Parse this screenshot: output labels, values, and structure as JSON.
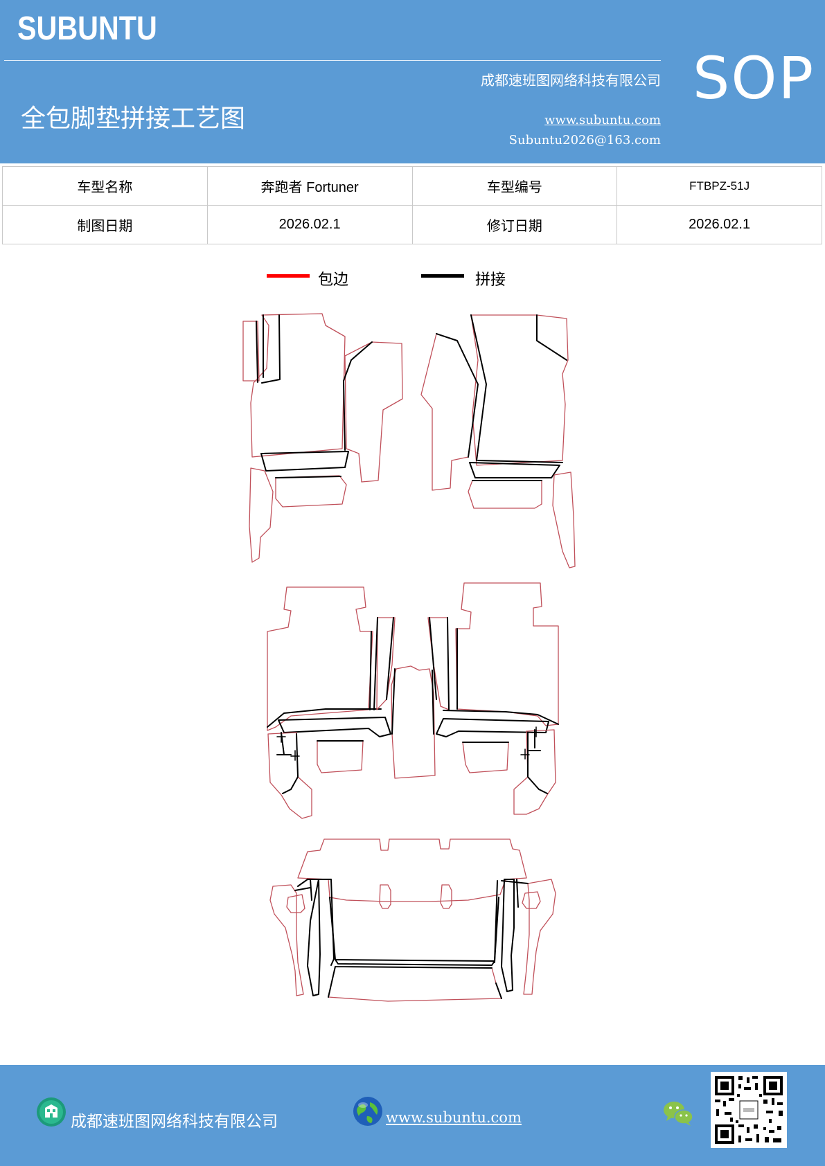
{
  "header": {
    "logo": "SUBUNTU",
    "company": "成都速班图网络科技有限公司",
    "title": "全包脚垫拼接工艺图",
    "website": "www.subuntu.com",
    "email": "Subuntu2026@163.com",
    "badge": "SOP"
  },
  "info_table": {
    "rows": [
      {
        "label1": "车型名称",
        "value1": "奔跑者 Fortuner",
        "label2": "车型编号",
        "value2": "FTBPZ-51J"
      },
      {
        "label1": "制图日期",
        "value1": "2026.02.1",
        "label2": "修订日期",
        "value2": "2026.02.1"
      }
    ]
  },
  "legend": {
    "items": [
      {
        "label": "包边",
        "color": "#ff0000"
      },
      {
        "label": "拼接",
        "color": "#000000"
      }
    ]
  },
  "colors": {
    "brand_blue": "#5b9bd5",
    "edge_line": "#c0505a",
    "seam_line": "#000000"
  },
  "footer": {
    "company": "成都速班图网络科技有限公司",
    "website": "www.subuntu.com",
    "icons": [
      "building-icon",
      "globe-icon",
      "wechat-icon",
      "qr-code"
    ]
  }
}
